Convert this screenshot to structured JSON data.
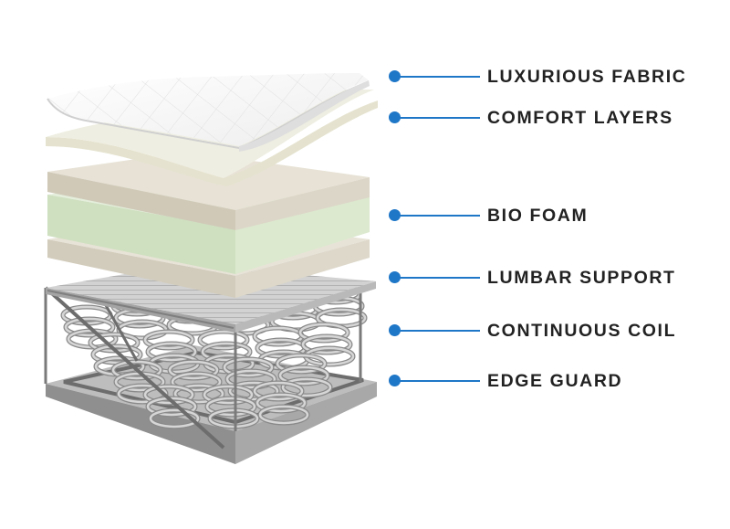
{
  "colors": {
    "accent": "#1f77c8",
    "label_text": "#222222",
    "fabric": "#fafafa",
    "comfort": "#e8e6d3",
    "beige": "#e2ddd0",
    "bio_foam": "#dde9cf",
    "lumbar": "#c9c9c9",
    "coil": "#d6d6d6",
    "base": "#a9a9a9"
  },
  "labels": [
    {
      "id": "fabric",
      "text": "LUXURIOUS FABRIC"
    },
    {
      "id": "comfort",
      "text": "COMFORT LAYERS"
    },
    {
      "id": "bio-foam",
      "text": "BIO FOAM"
    },
    {
      "id": "lumbar",
      "text": "LUMBAR SUPPORT"
    },
    {
      "id": "coil",
      "text": "CONTINUOUS COIL"
    },
    {
      "id": "edge",
      "text": "EDGE GUARD"
    }
  ]
}
